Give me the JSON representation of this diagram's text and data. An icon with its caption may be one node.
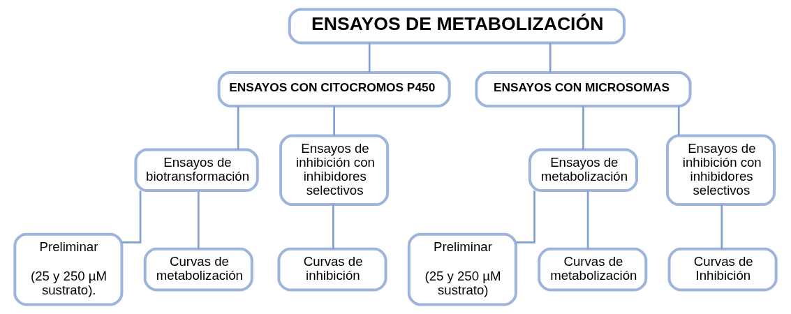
{
  "diagram": {
    "nodes": [
      {
        "text": [
          "ENSAYOS DE METABOLIZACIÓN"
        ]
      },
      {
        "text": [
          "ENSAYOS CON CITOCROMOS P450"
        ]
      },
      {
        "text": [
          "ENSAYOS CON MICROSOMAS"
        ]
      },
      {
        "text": [
          "Ensayos de biotransformación"
        ]
      },
      {
        "text": [
          "Ensayos de inhibición con inhibidores selectivos"
        ]
      },
      {
        "text": [
          "Ensayos de metabolización"
        ]
      },
      {
        "text": [
          "Ensayos de inhibición con inhibidores selectivos"
        ]
      },
      {
        "text": [
          "Preliminar",
          "(25 y 250 µM sustrato)."
        ]
      },
      {
        "text": [
          "Curvas de metabolización"
        ]
      },
      {
        "text": [
          "Curvas de inhibición"
        ]
      },
      {
        "text": [
          "Preliminar",
          "(25 y 250 µM sustrato)"
        ]
      },
      {
        "text": [
          "Curvas de metabolización"
        ]
      },
      {
        "text": [
          "Curvas de Inhibición"
        ]
      }
    ],
    "edges": [
      {
        "from": 0,
        "to": 1,
        "arrow": "none"
      },
      {
        "from": 0,
        "to": 2,
        "arrow": "none"
      },
      {
        "from": 1,
        "to": 3,
        "arrow": "none"
      },
      {
        "from": 1,
        "to": 4,
        "arrow": "none"
      },
      {
        "from": 2,
        "to": 5,
        "arrow": "none"
      },
      {
        "from": 2,
        "to": 6,
        "arrow": "none"
      },
      {
        "from": 3,
        "to": 7,
        "arrow": "none"
      },
      {
        "from": 3,
        "to": 8,
        "arrow": "none"
      },
      {
        "from": 4,
        "to": 9,
        "arrow": "none"
      },
      {
        "from": 5,
        "to": 10,
        "arrow": "none"
      },
      {
        "from": 5,
        "to": 11,
        "arrow": "none"
      },
      {
        "from": 6,
        "to": 12,
        "arrow": "none"
      }
    ]
  }
}
